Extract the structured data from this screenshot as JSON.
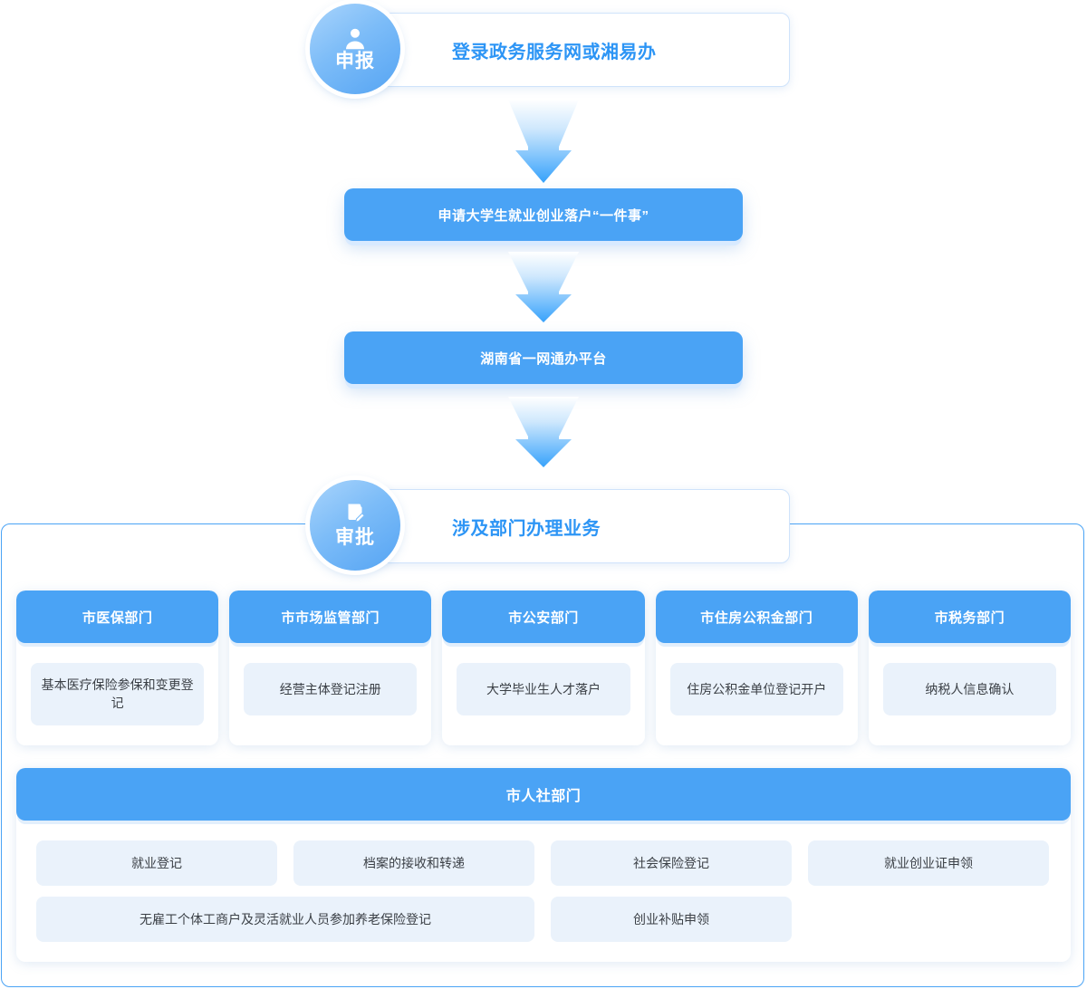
{
  "theme": {
    "accent": "#4aa3f5",
    "accent_text": "#2d95f5",
    "pill_bg": "#eaf2fb",
    "frame_border": "#4aa3f5"
  },
  "stages": [
    {
      "badge_text": "申报",
      "badge_icon": "person-icon",
      "bar_label": "登录政务服务网或湘易办"
    },
    {
      "badge_text": "审批",
      "badge_icon": "document-edit-icon",
      "bar_label": "涉及部门办理业务"
    }
  ],
  "process_boxes": [
    {
      "label": "申请大学生就业创业落户“一件事”"
    },
    {
      "label": "湖南省一网通办平台"
    }
  ],
  "arrows": [
    {
      "name": "arrow-down-1"
    },
    {
      "name": "arrow-down-2"
    },
    {
      "name": "arrow-down-3"
    }
  ],
  "departments": [
    {
      "title": "市医保部门",
      "items": [
        "基本医疗保险参保和变更登记"
      ]
    },
    {
      "title": "市市场监管部门",
      "items": [
        "经营主体登记注册"
      ]
    },
    {
      "title": "市公安部门",
      "items": [
        "大学毕业生人才落户"
      ]
    },
    {
      "title": "市住房公积金部门",
      "items": [
        "住房公积金单位登记开户"
      ]
    },
    {
      "title": "市税务部门",
      "items": [
        "纳税人信息确认"
      ]
    }
  ],
  "hr_department": {
    "title": "市人社部门",
    "rows": [
      [
        {
          "label": "就业登记",
          "span": 1
        },
        {
          "label": "档案的接收和转递",
          "span": 1
        },
        {
          "label": "社会保险登记",
          "span": 1
        },
        {
          "label": "就业创业证申领",
          "span": 1
        }
      ],
      [
        {
          "label": "无雇工个体工商户及灵活就业人员参加养老保险登记",
          "span": 2
        },
        {
          "label": "创业补贴申领",
          "span": 1
        }
      ]
    ]
  }
}
